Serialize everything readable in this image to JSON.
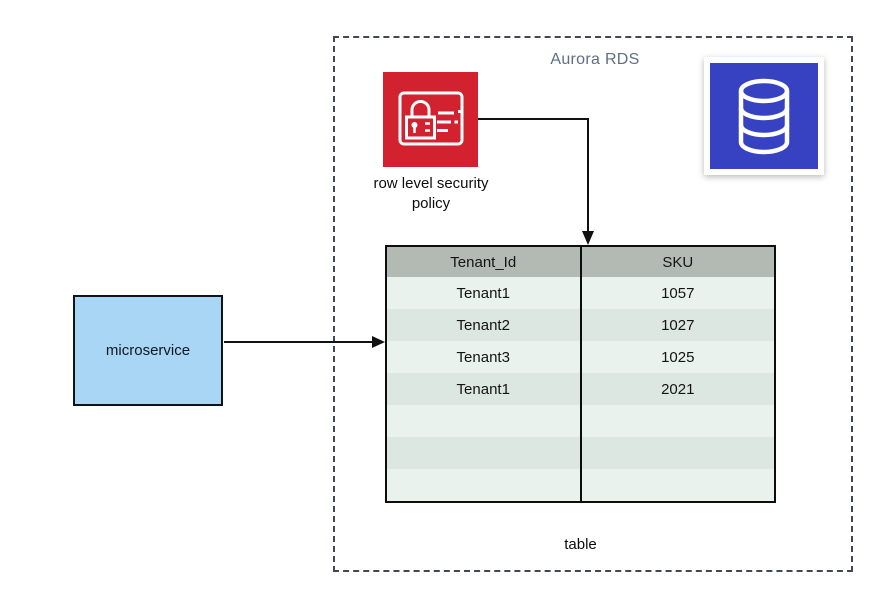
{
  "diagram": {
    "aurora_group_label": "Aurora RDS",
    "rls_label_line1": "row level security",
    "rls_label_line2": "policy",
    "microservice_label": "microservice",
    "table_caption": "table"
  },
  "table": {
    "columns": [
      "Tenant_Id",
      "SKU"
    ],
    "rows": [
      [
        "Tenant1",
        "1057"
      ],
      [
        "Tenant2",
        "1027"
      ],
      [
        "Tenant3",
        "1025"
      ],
      [
        "Tenant1",
        "2021"
      ],
      [
        "",
        ""
      ],
      [
        "",
        ""
      ],
      [
        "",
        ""
      ]
    ]
  },
  "icons": {
    "rls": "lock-card-icon",
    "database": "database-cylinder-icon"
  },
  "colors": {
    "rls_icon_bg": "#d2222f",
    "db_icon_bg": "#3642c1",
    "microservice_bg": "#a8d6f4",
    "table_header_bg": "#b3bab4",
    "table_row_light": "#eaf2ed",
    "table_row_dark": "#dde7e1",
    "aurora_label_text": "#5f6e86",
    "dashed_border": "#3f4854",
    "arrow": "#111111"
  }
}
